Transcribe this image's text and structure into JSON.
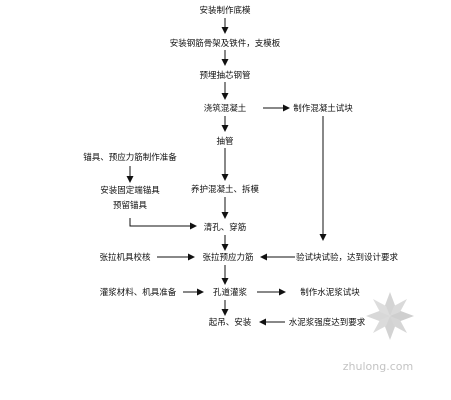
{
  "nodes": {
    "n1": "安装制作底模",
    "n2": "安装钢筋骨架及铁件，支模板",
    "n3": "预埋抽芯钢管",
    "n4": "浇筑混凝土",
    "n5": "制作混凝土试块",
    "n6": "抽管",
    "n7": "锚具、预应力筋制作准备",
    "n8": "养护混凝土、拆模",
    "n9a": "安装固定端锚具",
    "n9b": "预留锚具",
    "n10": "清孔、穿筋",
    "n11": "张拉机具校核",
    "n12": "张拉预应力筋",
    "n13": "验试块试验，达到设计要求",
    "n14": "灌浆材料、机具准备",
    "n15": "孔道灌浆",
    "n16": "制作水泥浆试块",
    "n17": "起吊、安装",
    "n18": "水泥浆强度达到要求"
  },
  "watermark": {
    "text": "zhulong.com"
  },
  "colors": {
    "ink": "#111111",
    "watermark": "#bdbdbd"
  }
}
